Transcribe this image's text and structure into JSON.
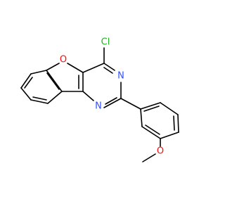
{
  "molecule": {
    "colors": {
      "bond": "#000000",
      "carbon": "#000000",
      "oxygen": "#ff0d0d",
      "nitrogen": "#3050f8",
      "chlorine": "#1fb71f"
    },
    "atom_labels": {
      "cl": "Cl",
      "o_furan": "O",
      "n3": "N",
      "n1": "N",
      "o_methoxy": "O"
    }
  }
}
